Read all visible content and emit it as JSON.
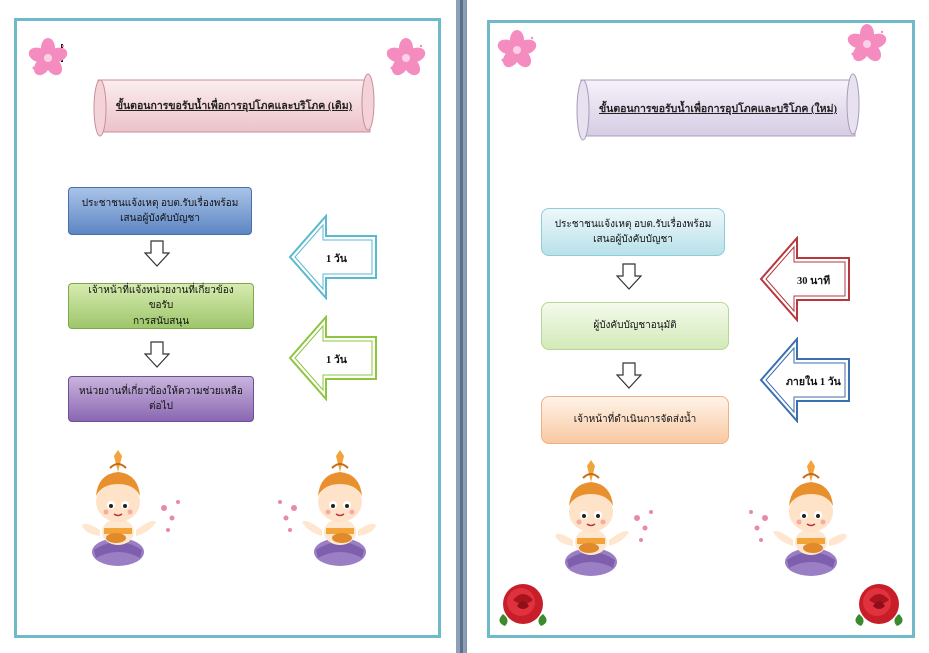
{
  "left_page": {
    "title": "ขั้นตอนการขอรับน้ำเพื่อการอุปโภคและบริโภค (เดิม)",
    "steps": [
      {
        "line1": "ประชาชนแจ้งเหตุ อบต.รับเรื่องพร้อม",
        "line2": "เสนอผู้บังคับบัญชา"
      },
      {
        "line1": "เจ้าหน้าที่แจ้งหน่วยงานที่เกี่ยวข้องขอรับ",
        "line2": "การสนับสนุน"
      },
      {
        "line1": "หน่วยงานที่เกี่ยวข้องให้ความช่วยเหลือ",
        "line2": "ต่อไป"
      }
    ],
    "durations": [
      "1 วัน",
      "1 วัน"
    ]
  },
  "right_page": {
    "title": "ขั้นตอนการขอรับน้ำเพื่อการอุปโภคและบริโภค (ใหม่)",
    "steps": [
      {
        "line1": "ประชาชนแจ้งเหตุ อบต.รับเรื่องพร้อม",
        "line2": "เสนอผู้บังคับบัญชา"
      },
      {
        "line1": "ผู้บังคับบัญชาอนุมัติ",
        "line2": ""
      },
      {
        "line1": "เจ้าหน้าที่ดำเนินการจัดส่งน้ำ",
        "line2": ""
      }
    ],
    "durations": [
      "30 นาที",
      "ภายใน 1 วัน"
    ]
  },
  "colors": {
    "frame": "#6fb9c9",
    "step_blue": "#5e86c4",
    "step_green": "#9ec66a",
    "step_purple": "#8a67b2",
    "arrow_teal": "#5ab8d0",
    "arrow_green": "#8cc63f",
    "arrow_red": "#b5383c",
    "arrow_blue": "#3b6fb0"
  },
  "decorations": [
    "pink-flower-icon",
    "thai-angel-icon",
    "red-rose-icon"
  ]
}
